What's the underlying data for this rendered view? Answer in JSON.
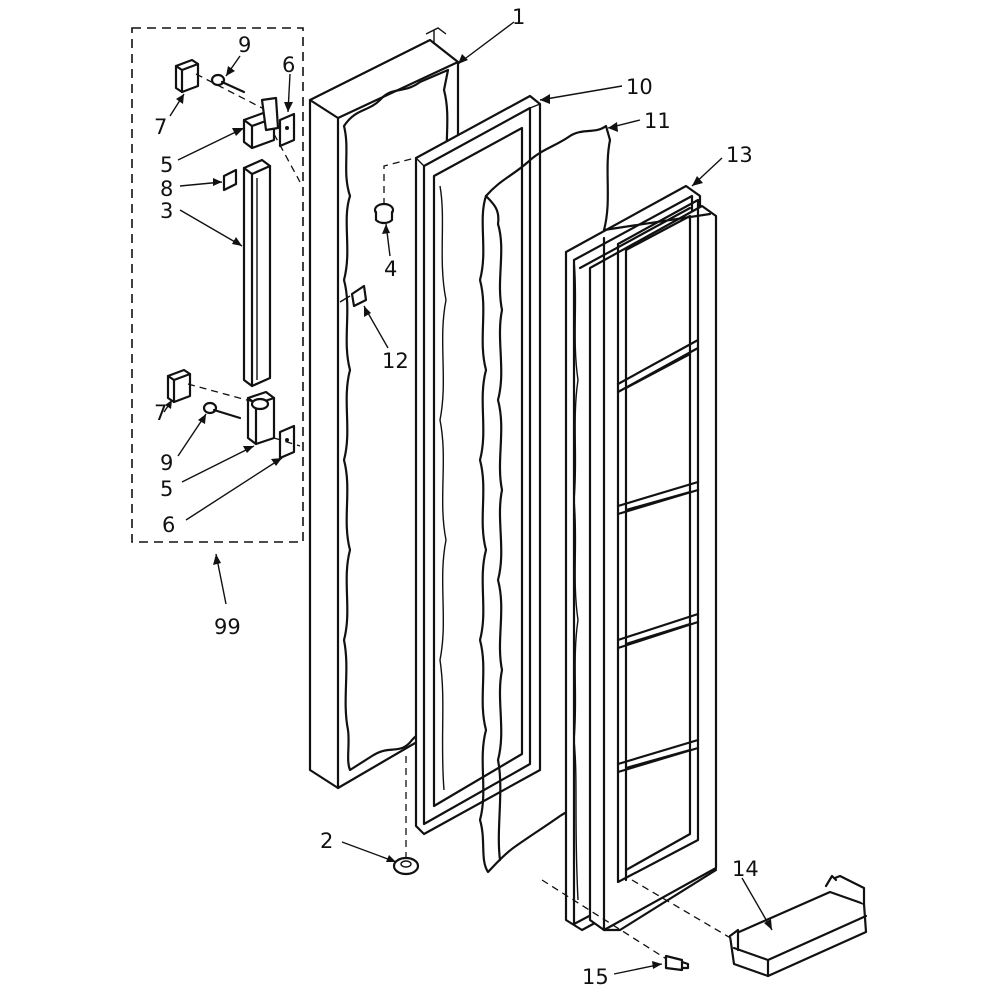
{
  "diagram": {
    "callouts": [
      {
        "id": "1",
        "label": "1"
      },
      {
        "id": "2",
        "label": "2"
      },
      {
        "id": "3",
        "label": "3"
      },
      {
        "id": "4",
        "label": "4"
      },
      {
        "id": "5a",
        "label": "5"
      },
      {
        "id": "5b",
        "label": "5"
      },
      {
        "id": "6a",
        "label": "6"
      },
      {
        "id": "6b",
        "label": "6"
      },
      {
        "id": "7a",
        "label": "7"
      },
      {
        "id": "7b",
        "label": "7"
      },
      {
        "id": "8",
        "label": "8"
      },
      {
        "id": "9a",
        "label": "9"
      },
      {
        "id": "9b",
        "label": "9"
      },
      {
        "id": "10",
        "label": "10"
      },
      {
        "id": "11",
        "label": "11"
      },
      {
        "id": "12",
        "label": "12"
      },
      {
        "id": "13",
        "label": "13"
      },
      {
        "id": "14",
        "label": "14"
      },
      {
        "id": "15",
        "label": "15"
      },
      {
        "id": "99",
        "label": "99"
      }
    ]
  }
}
